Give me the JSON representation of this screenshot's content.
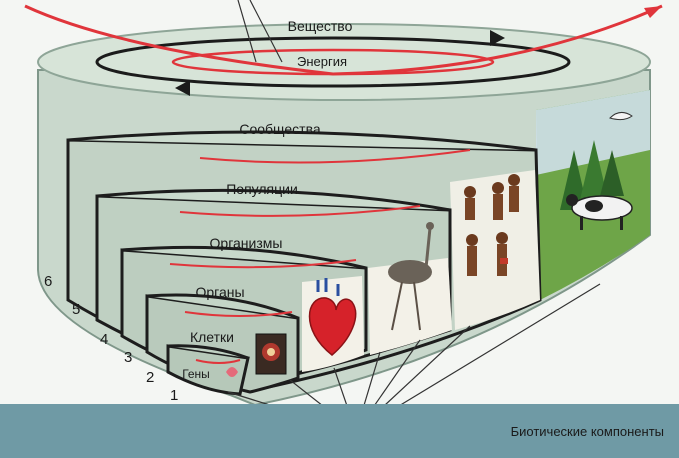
{
  "top_labels": {
    "matter": "Вещество",
    "energy": "Энергия"
  },
  "levels": [
    {
      "number": "6",
      "label": "Сообщества"
    },
    {
      "number": "5",
      "label": "Популяции"
    },
    {
      "number": "4",
      "label": "Организмы"
    },
    {
      "number": "3",
      "label": "Органы"
    },
    {
      "number": "2",
      "label": "Клетки"
    },
    {
      "number": "1",
      "label": "Гены"
    }
  ],
  "footer_caption": "Биотические компоненты",
  "colors": {
    "cylinder": "#c9d8cc",
    "ring_black": "#1b1b1b",
    "ring_red": "#e0353b",
    "footer_bar": "#6f9aa5",
    "meadow": "#5f9a3c",
    "sky": "#d8e6f0"
  }
}
